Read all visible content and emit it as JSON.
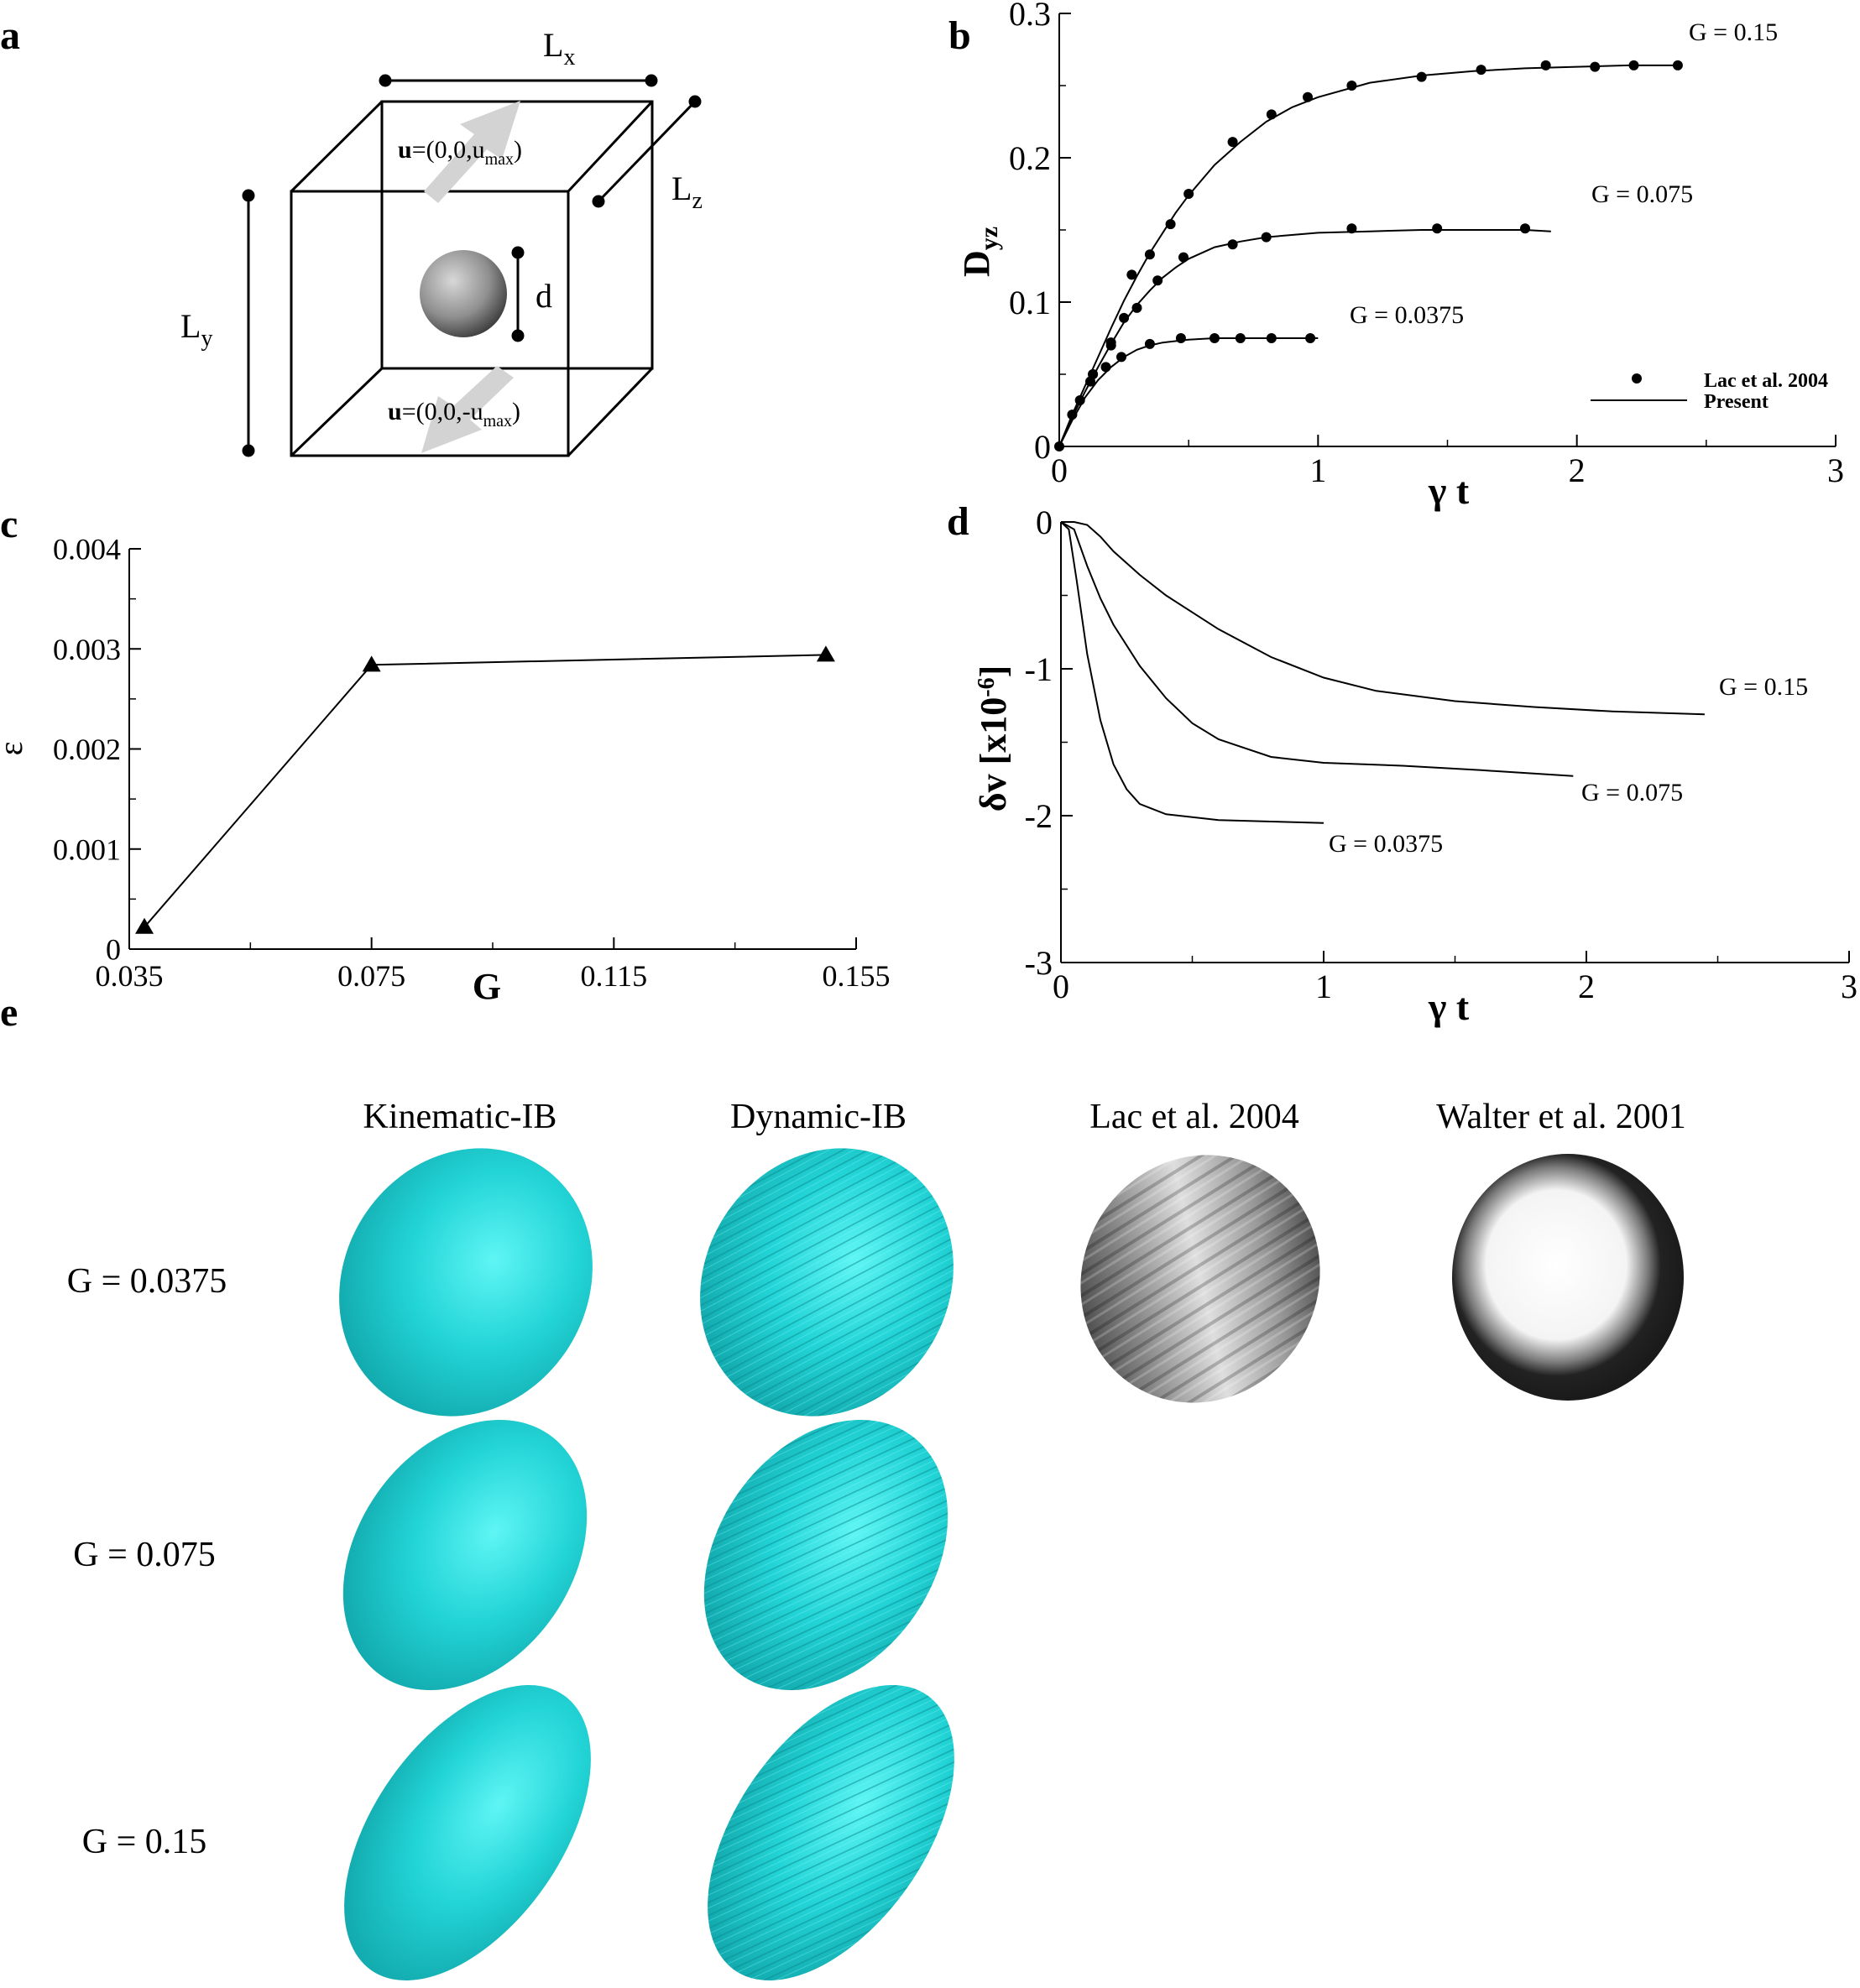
{
  "panels": {
    "a": {
      "letter": "a",
      "lx": "L",
      "lx_sub": "x",
      "ly": "L",
      "ly_sub": "y",
      "lz": "L",
      "lz_sub": "z",
      "d": "d",
      "top_bold": "u",
      "top_text": "=(0,0,u",
      "top_sub": "max",
      "top_close": ")",
      "bot_bold": "u",
      "bot_text": "=(0,0,-u",
      "bot_sub": "max",
      "bot_close": ")"
    },
    "b": {
      "letter": "b"
    },
    "c": {
      "letter": "c"
    },
    "d": {
      "letter": "d"
    },
    "e": {
      "letter": "e",
      "columns": [
        "Kinematic-IB",
        "Dynamic-IB",
        "Lac et al. 2004",
        "Walter et al. 2001"
      ],
      "rows": [
        "G = 0.0375",
        "G = 0.075",
        "G = 0.15"
      ],
      "surface_color": "#1fc6c9"
    }
  },
  "chart_data": [
    {
      "panel": "b",
      "type": "line",
      "xlabel": "γ t",
      "ylabel": "D",
      "ylabel_sub": "yz",
      "xlim": [
        0,
        3
      ],
      "ylim": [
        0,
        0.3
      ],
      "xticks": [
        "0",
        "1",
        "2",
        "3"
      ],
      "yticks": [
        "0",
        "0.1",
        "0.2",
        "0.3"
      ],
      "legend": {
        "position": "bottom-right",
        "entries": [
          "Lac et al. 2004",
          "Present"
        ]
      },
      "series": [
        {
          "label": "G = 0.15",
          "line": [
            [
              0,
              0
            ],
            [
              0.05,
              0.022
            ],
            [
              0.1,
              0.042
            ],
            [
              0.15,
              0.062
            ],
            [
              0.2,
              0.082
            ],
            [
              0.25,
              0.101
            ],
            [
              0.3,
              0.118
            ],
            [
              0.35,
              0.134
            ],
            [
              0.4,
              0.148
            ],
            [
              0.45,
              0.162
            ],
            [
              0.5,
              0.174
            ],
            [
              0.6,
              0.195
            ],
            [
              0.7,
              0.211
            ],
            [
              0.8,
              0.225
            ],
            [
              0.9,
              0.235
            ],
            [
              1.0,
              0.242
            ],
            [
              1.2,
              0.252
            ],
            [
              1.4,
              0.257
            ],
            [
              1.6,
              0.26
            ],
            [
              1.8,
              0.262
            ],
            [
              2.0,
              0.263
            ],
            [
              2.2,
              0.264
            ],
            [
              2.4,
              0.264
            ]
          ],
          "points": [
            [
              0,
              0
            ],
            [
              0.05,
              0.022
            ],
            [
              0.08,
              0.032
            ],
            [
              0.13,
              0.05
            ],
            [
              0.2,
              0.07
            ],
            [
              0.28,
              0.119
            ],
            [
              0.35,
              0.133
            ],
            [
              0.43,
              0.154
            ],
            [
              0.5,
              0.175
            ],
            [
              0.67,
              0.211
            ],
            [
              0.82,
              0.23
            ],
            [
              0.96,
              0.242
            ],
            [
              1.13,
              0.25
            ],
            [
              1.4,
              0.256
            ],
            [
              1.63,
              0.261
            ],
            [
              1.88,
              0.264
            ],
            [
              2.07,
              0.263
            ],
            [
              2.22,
              0.264
            ],
            [
              2.39,
              0.264
            ]
          ]
        },
        {
          "label": "G = 0.075",
          "line": [
            [
              0,
              0
            ],
            [
              0.05,
              0.02
            ],
            [
              0.1,
              0.038
            ],
            [
              0.15,
              0.055
            ],
            [
              0.2,
              0.071
            ],
            [
              0.25,
              0.086
            ],
            [
              0.3,
              0.098
            ],
            [
              0.35,
              0.108
            ],
            [
              0.4,
              0.117
            ],
            [
              0.45,
              0.124
            ],
            [
              0.5,
              0.13
            ],
            [
              0.6,
              0.138
            ],
            [
              0.7,
              0.142
            ],
            [
              0.8,
              0.145
            ],
            [
              1.0,
              0.148
            ],
            [
              1.2,
              0.149
            ],
            [
              1.4,
              0.15
            ],
            [
              1.6,
              0.15
            ],
            [
              1.8,
              0.15
            ],
            [
              1.9,
              0.149
            ]
          ],
          "points": [
            [
              0.13,
              0.05
            ],
            [
              0.2,
              0.072
            ],
            [
              0.25,
              0.089
            ],
            [
              0.3,
              0.096
            ],
            [
              0.38,
              0.115
            ],
            [
              0.48,
              0.131
            ],
            [
              0.67,
              0.14
            ],
            [
              0.8,
              0.145
            ],
            [
              1.13,
              0.151
            ],
            [
              1.46,
              0.151
            ],
            [
              1.8,
              0.151
            ]
          ]
        },
        {
          "label": "G = 0.0375",
          "line": [
            [
              0,
              0
            ],
            [
              0.05,
              0.018
            ],
            [
              0.1,
              0.034
            ],
            [
              0.15,
              0.046
            ],
            [
              0.2,
              0.055
            ],
            [
              0.25,
              0.062
            ],
            [
              0.3,
              0.067
            ],
            [
              0.35,
              0.07
            ],
            [
              0.4,
              0.072
            ],
            [
              0.5,
              0.074
            ],
            [
              0.6,
              0.075
            ],
            [
              0.8,
              0.075
            ],
            [
              1.0,
              0.075
            ]
          ],
          "points": [
            [
              0.12,
              0.045
            ],
            [
              0.18,
              0.055
            ],
            [
              0.24,
              0.062
            ],
            [
              0.35,
              0.071
            ],
            [
              0.47,
              0.075
            ],
            [
              0.6,
              0.075
            ],
            [
              0.7,
              0.075
            ],
            [
              0.82,
              0.075
            ],
            [
              0.97,
              0.075
            ]
          ]
        }
      ]
    },
    {
      "panel": "c",
      "type": "line",
      "xlabel": "G",
      "ylabel": "ε",
      "xlim": [
        0.035,
        0.155
      ],
      "ylim": [
        0,
        0.004
      ],
      "xticks": [
        "0.035",
        "0.075",
        "0.115",
        "0.155"
      ],
      "yticks": [
        "0",
        "0.001",
        "0.002",
        "0.003",
        "0.004"
      ],
      "x": [
        0.0375,
        0.075,
        0.15
      ],
      "y": [
        0.00022,
        0.00284,
        0.00294
      ]
    },
    {
      "panel": "d",
      "type": "line",
      "xlabel": "γ t",
      "ylabel": "δv [x10",
      "ylabel_sup": "-6",
      "ylabel_close": "]",
      "xlim": [
        0,
        3
      ],
      "ylim": [
        -3,
        0
      ],
      "xticks": [
        "0",
        "1",
        "2",
        "3"
      ],
      "yticks": [
        "0",
        "-1",
        "-2",
        "-3"
      ],
      "series": [
        {
          "label": "G = 0.15",
          "points": [
            [
              0,
              0
            ],
            [
              0.05,
              0
            ],
            [
              0.1,
              -0.02
            ],
            [
              0.15,
              -0.1
            ],
            [
              0.2,
              -0.2
            ],
            [
              0.3,
              -0.36
            ],
            [
              0.4,
              -0.5
            ],
            [
              0.6,
              -0.73
            ],
            [
              0.8,
              -0.92
            ],
            [
              1.0,
              -1.06
            ],
            [
              1.2,
              -1.15
            ],
            [
              1.5,
              -1.22
            ],
            [
              1.8,
              -1.26
            ],
            [
              2.1,
              -1.29
            ],
            [
              2.45,
              -1.31
            ]
          ]
        },
        {
          "label": "G = 0.075",
          "points": [
            [
              0,
              0
            ],
            [
              0.05,
              -0.05
            ],
            [
              0.1,
              -0.3
            ],
            [
              0.15,
              -0.52
            ],
            [
              0.2,
              -0.7
            ],
            [
              0.3,
              -0.98
            ],
            [
              0.4,
              -1.2
            ],
            [
              0.5,
              -1.37
            ],
            [
              0.6,
              -1.48
            ],
            [
              0.8,
              -1.6
            ],
            [
              1.0,
              -1.64
            ],
            [
              1.3,
              -1.66
            ],
            [
              1.6,
              -1.69
            ],
            [
              1.95,
              -1.73
            ]
          ]
        },
        {
          "label": "G = 0.0375",
          "points": [
            [
              0,
              0
            ],
            [
              0.03,
              -0.05
            ],
            [
              0.06,
              -0.4
            ],
            [
              0.1,
              -0.9
            ],
            [
              0.15,
              -1.35
            ],
            [
              0.2,
              -1.65
            ],
            [
              0.25,
              -1.82
            ],
            [
              0.3,
              -1.92
            ],
            [
              0.4,
              -1.99
            ],
            [
              0.6,
              -2.03
            ],
            [
              0.8,
              -2.04
            ],
            [
              1.0,
              -2.05
            ]
          ]
        }
      ]
    }
  ]
}
